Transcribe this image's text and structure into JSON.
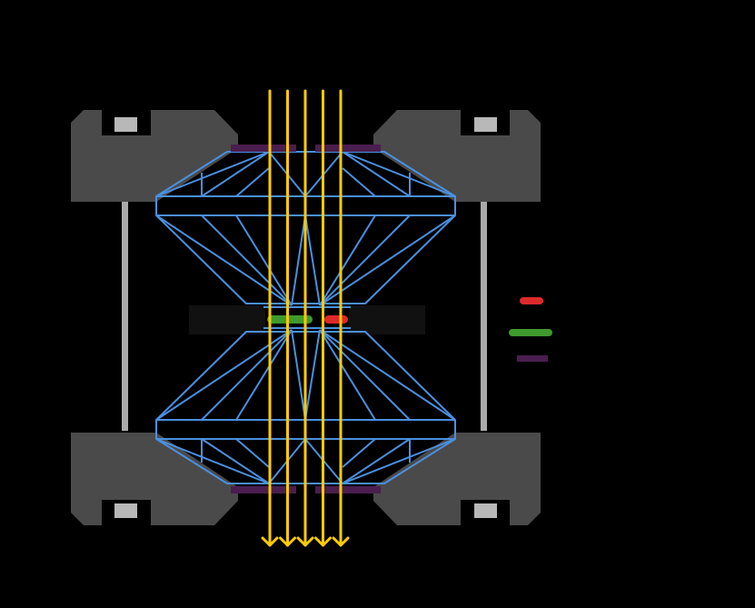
{
  "diagram": {
    "background_color": "#000000",
    "colors": {
      "anvil": "#4a4a4a",
      "anvil_slot": "#b8b8b8",
      "rod": "#aaaaaa",
      "seat": "#4a1e4f",
      "frame": "#4a90e0",
      "beam": "#ffcc00",
      "sample_green": "#3f9a2d",
      "sample_red": "#dd2a2a",
      "gasket": "#111111"
    },
    "legend": {
      "items": [
        {
          "key": "red-marker",
          "color": "#dd2a2a"
        },
        {
          "key": "green-marker",
          "color": "#3f9a2d"
        },
        {
          "key": "purple-marker",
          "color": "#4a1e4f"
        }
      ]
    },
    "beams": {
      "count": 5,
      "direction": "down"
    }
  }
}
